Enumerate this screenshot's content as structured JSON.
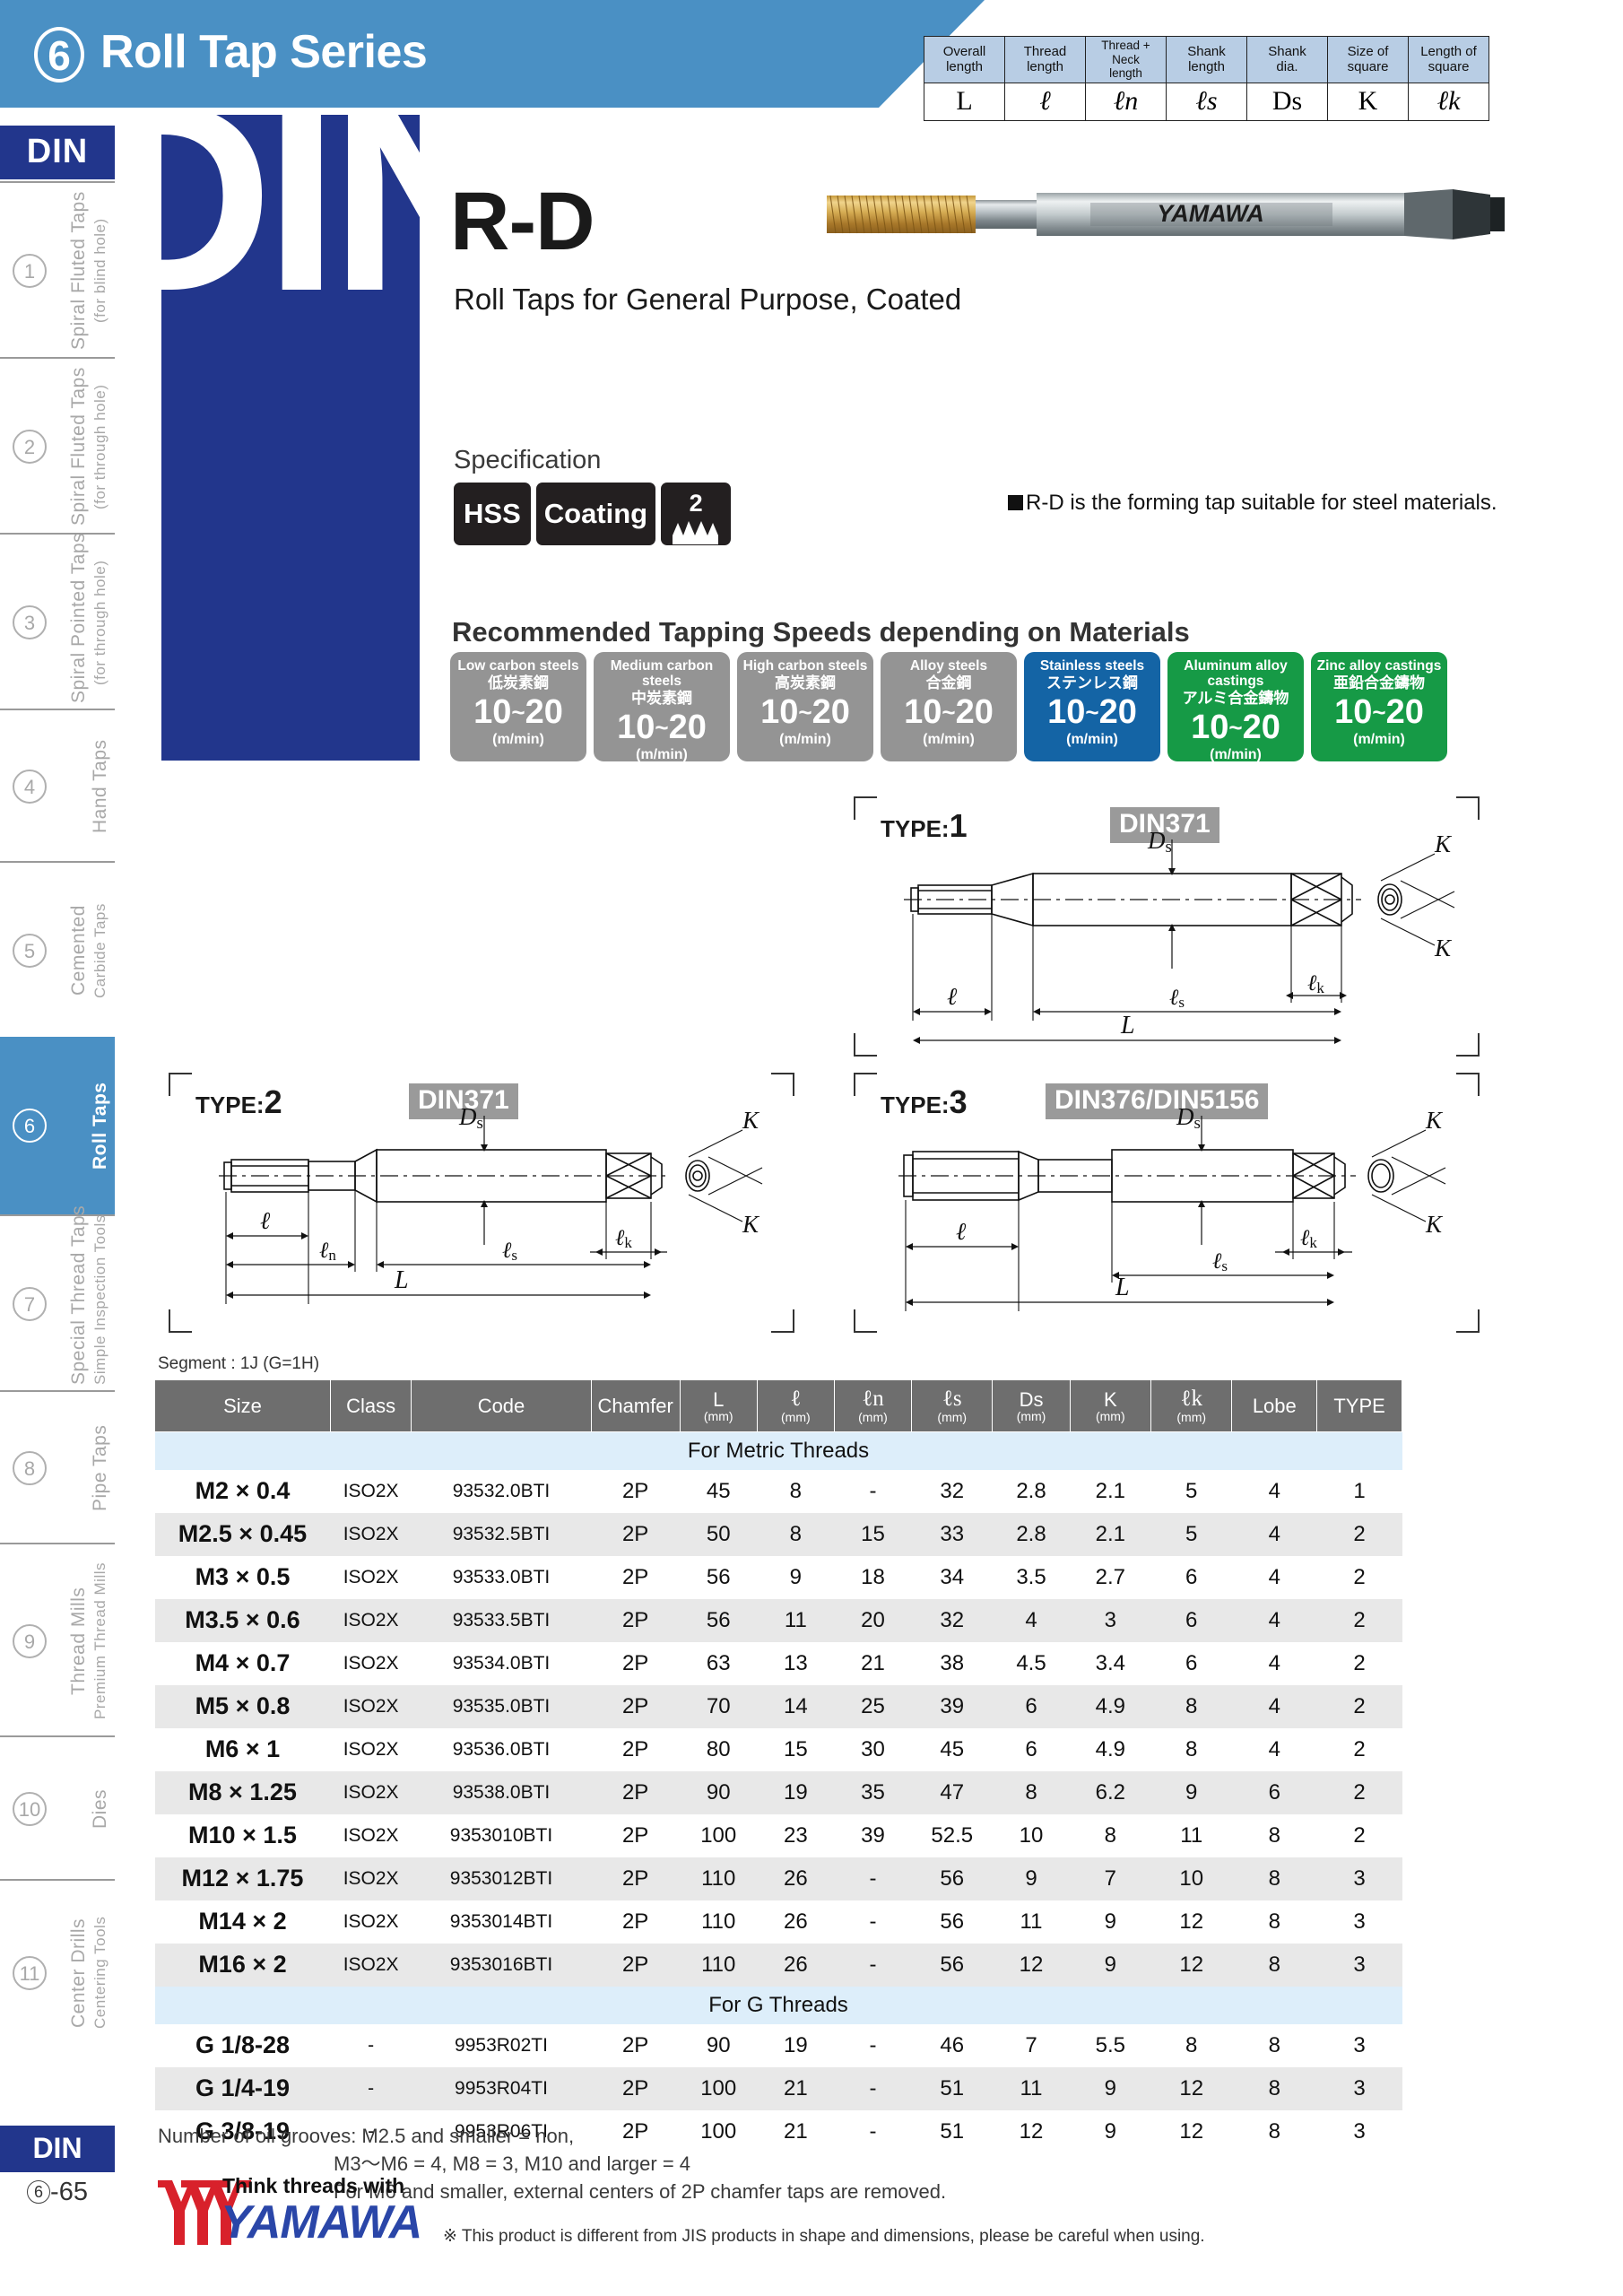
{
  "header": {
    "series_number": "6",
    "series_title": "Roll Tap Series"
  },
  "legend": {
    "headers": [
      "Overall\nlength",
      "Thread\nlength",
      "Thread + Neck\nlength",
      "Shank\nlength",
      "Shank\ndia.",
      "Size of\nsquare",
      "Length of\nsquare"
    ],
    "symbols": [
      "L",
      "ℓ",
      "ℓn",
      "ℓs",
      "Ds",
      "K",
      "ℓk"
    ]
  },
  "sidebar": {
    "top_tab": "DIN",
    "bottom_tab": "DIN",
    "page_number_circle": "6",
    "page_number": "-65",
    "items": [
      {
        "num": "1",
        "line1": "Spiral Fluted Taps",
        "line2": "(for blind hole)",
        "active": false
      },
      {
        "num": "2",
        "line1": "Spiral Fluted Taps",
        "line2": "(for through hole)",
        "active": false
      },
      {
        "num": "3",
        "line1": "Spiral Pointed Taps",
        "line2": "(for through hole)",
        "active": false
      },
      {
        "num": "4",
        "line1": "Hand Taps",
        "line2": "",
        "active": false
      },
      {
        "num": "5",
        "line1": "Cemented",
        "line2": "Carbide Taps",
        "active": false
      },
      {
        "num": "6",
        "line1": "Roll Taps",
        "line2": "",
        "active": true
      },
      {
        "num": "7",
        "line1": "Special Thread Taps",
        "line2": "Simple Inspection Tools",
        "active": false
      },
      {
        "num": "8",
        "line1": "Pipe Taps",
        "line2": "",
        "active": false
      },
      {
        "num": "9",
        "line1": "Thread Mills",
        "line2": "Premium Thread Mills",
        "active": false
      },
      {
        "num": "10",
        "line1": "Dies",
        "line2": "",
        "active": false
      },
      {
        "num": "11",
        "line1": "Center Drills",
        "line2": "Centering Tools",
        "active": false
      }
    ]
  },
  "din_panel_word": "DIN",
  "product": {
    "code": "R-D",
    "subtitle": "Roll Taps for General Purpose, Coated",
    "brand_on_tool": "YAMAWA"
  },
  "specification": {
    "label": "Specification",
    "badges": [
      "HSS",
      "Coating",
      "2"
    ],
    "note": "R-D is the forming tap suitable for steel materials."
  },
  "speeds": {
    "title": "Recommended Tapping Speeds depending on Materials",
    "unit": "(m/min)",
    "items": [
      {
        "en": "Low carbon steels",
        "jp": "低炭素鋼",
        "value": "10~20",
        "color": "grey"
      },
      {
        "en": "Medium carbon steels",
        "jp": "中炭素鋼",
        "value": "10~20",
        "color": "grey"
      },
      {
        "en": "High carbon steels",
        "jp": "高炭素鋼",
        "value": "10~20",
        "color": "grey"
      },
      {
        "en": "Alloy steels",
        "jp": "合金鋼",
        "value": "10~20",
        "color": "grey"
      },
      {
        "en": "Stainless steels",
        "jp": "ステンレス鋼",
        "value": "10~20",
        "color": "blue"
      },
      {
        "en": "Aluminum alloy castings",
        "jp": "アルミ合金鑄物",
        "value": "10~20",
        "color": "green"
      },
      {
        "en": "Zinc alloy castings",
        "jp": "亜鉛合金鑄物",
        "value": "10~20",
        "color": "green"
      }
    ]
  },
  "type_diagrams": [
    {
      "type_word": "TYPE:",
      "number": "1",
      "standard": "DIN371",
      "dims": [
        "Ds",
        "K",
        "K",
        "ℓk",
        "ℓ",
        "ℓs",
        "L"
      ]
    },
    {
      "type_word": "TYPE:",
      "number": "2",
      "standard": "DIN371",
      "dims": [
        "Ds",
        "K",
        "K",
        "ℓk",
        "ℓ",
        "ℓn",
        "ℓs",
        "L"
      ]
    },
    {
      "type_word": "TYPE:",
      "number": "3",
      "standard": "DIN376/DIN5156",
      "dims": [
        "Ds",
        "K",
        "K",
        "ℓk",
        "ℓ",
        "ℓs",
        "L"
      ]
    }
  ],
  "table": {
    "segment_note": "Segment : 1J (G=1H)",
    "headers": [
      {
        "label": "Size",
        "unit": ""
      },
      {
        "label": "Class",
        "unit": ""
      },
      {
        "label": "Code",
        "unit": ""
      },
      {
        "label": "Chamfer",
        "unit": ""
      },
      {
        "label": "L",
        "unit": "(mm)"
      },
      {
        "label": "ℓ",
        "unit": "(mm)"
      },
      {
        "label": "ℓn",
        "unit": "(mm)"
      },
      {
        "label": "ℓs",
        "unit": "(mm)"
      },
      {
        "label": "Ds",
        "unit": "(mm)"
      },
      {
        "label": "K",
        "unit": "(mm)"
      },
      {
        "label": "ℓk",
        "unit": "(mm)"
      },
      {
        "label": "Lobe",
        "unit": ""
      },
      {
        "label": "TYPE",
        "unit": ""
      }
    ],
    "sections": [
      {
        "title": "For Metric Threads",
        "rows": [
          [
            "M2 × 0.4",
            "ISO2X",
            "93532.0BTI",
            "2P",
            "45",
            "8",
            "-",
            "32",
            "2.8",
            "2.1",
            "5",
            "4",
            "1"
          ],
          [
            "M2.5 × 0.45",
            "ISO2X",
            "93532.5BTI",
            "2P",
            "50",
            "8",
            "15",
            "33",
            "2.8",
            "2.1",
            "5",
            "4",
            "2"
          ],
          [
            "M3 × 0.5",
            "ISO2X",
            "93533.0BTI",
            "2P",
            "56",
            "9",
            "18",
            "34",
            "3.5",
            "2.7",
            "6",
            "4",
            "2"
          ],
          [
            "M3.5 × 0.6",
            "ISO2X",
            "93533.5BTI",
            "2P",
            "56",
            "11",
            "20",
            "32",
            "4",
            "3",
            "6",
            "4",
            "2"
          ],
          [
            "M4 × 0.7",
            "ISO2X",
            "93534.0BTI",
            "2P",
            "63",
            "13",
            "21",
            "38",
            "4.5",
            "3.4",
            "6",
            "4",
            "2"
          ],
          [
            "M5 × 0.8",
            "ISO2X",
            "93535.0BTI",
            "2P",
            "70",
            "14",
            "25",
            "39",
            "6",
            "4.9",
            "8",
            "4",
            "2"
          ],
          [
            "M6 × 1",
            "ISO2X",
            "93536.0BTI",
            "2P",
            "80",
            "15",
            "30",
            "45",
            "6",
            "4.9",
            "8",
            "4",
            "2"
          ],
          [
            "M8 × 1.25",
            "ISO2X",
            "93538.0BTI",
            "2P",
            "90",
            "19",
            "35",
            "47",
            "8",
            "6.2",
            "9",
            "6",
            "2"
          ],
          [
            "M10 × 1.5",
            "ISO2X",
            "9353010BTI",
            "2P",
            "100",
            "23",
            "39",
            "52.5",
            "10",
            "8",
            "11",
            "8",
            "2"
          ],
          [
            "M12 × 1.75",
            "ISO2X",
            "9353012BTI",
            "2P",
            "110",
            "26",
            "-",
            "56",
            "9",
            "7",
            "10",
            "8",
            "3"
          ],
          [
            "M14 × 2",
            "ISO2X",
            "9353014BTI",
            "2P",
            "110",
            "26",
            "-",
            "56",
            "11",
            "9",
            "12",
            "8",
            "3"
          ],
          [
            "M16 × 2",
            "ISO2X",
            "9353016BTI",
            "2P",
            "110",
            "26",
            "-",
            "56",
            "12",
            "9",
            "12",
            "8",
            "3"
          ]
        ]
      },
      {
        "title": "For G Threads",
        "rows": [
          [
            "G 1/8-28",
            "-",
            "9953R02TI",
            "2P",
            "90",
            "19",
            "-",
            "46",
            "7",
            "5.5",
            "8",
            "8",
            "3"
          ],
          [
            "G 1/4-19",
            "-",
            "9953R04TI",
            "2P",
            "100",
            "21",
            "-",
            "51",
            "11",
            "9",
            "12",
            "8",
            "3"
          ],
          [
            "G 3/8-19",
            "-",
            "9953R06TI",
            "2P",
            "100",
            "21",
            "-",
            "51",
            "12",
            "9",
            "12",
            "8",
            "3"
          ]
        ]
      }
    ]
  },
  "footer": {
    "notes": [
      "Number of oil grooves: M2.5 and smaller = non,",
      "M3～M6 = 4, M8 = 3, M10 and larger = 4",
      "For M6 and smaller, external centers of 2P chamfer taps are removed."
    ],
    "logo_tagline": "Think threads with",
    "logo_name": "YAMAWA",
    "jis_note": "※ This product is different from JIS products in shape and dimensions, please be careful when using."
  },
  "colors": {
    "banner_blue": "#4a90c4",
    "din_navy": "#22368c",
    "grey_box": "#949494",
    "blue_box": "#1464a5",
    "green_box": "#169a46",
    "table_header": "#6e6e6e",
    "section_band": "#ddeefa",
    "logo_red": "#d8212b",
    "logo_blue": "#2a46a8"
  }
}
